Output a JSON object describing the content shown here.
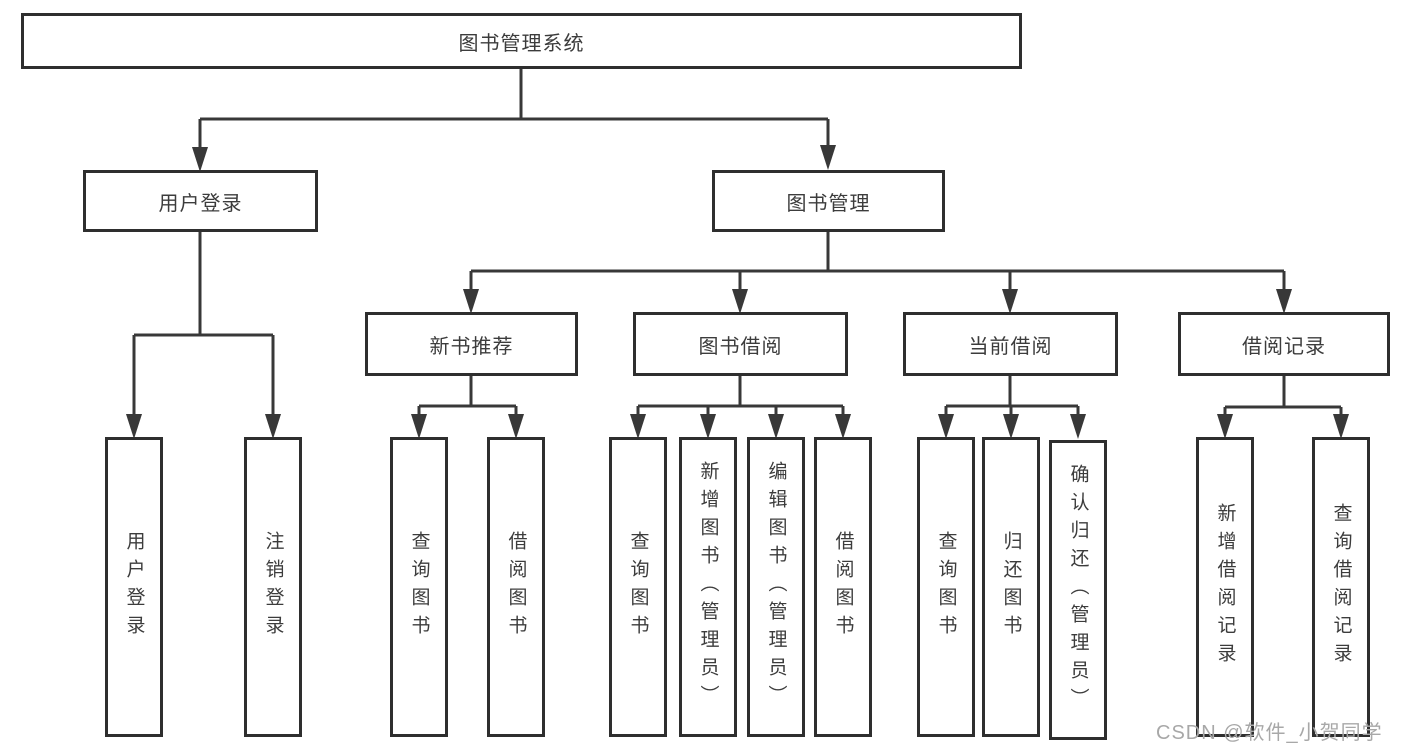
{
  "root": {
    "label": "图书管理系统"
  },
  "user_login": {
    "label": "用户登录",
    "children": [
      {
        "label": "用户登录"
      },
      {
        "label": "注销登录"
      }
    ]
  },
  "book_management": {
    "label": "图书管理",
    "sections": [
      {
        "label": "新书推荐",
        "children": [
          {
            "label": "查询图书"
          },
          {
            "label": "借阅图书"
          }
        ]
      },
      {
        "label": "图书借阅",
        "children": [
          {
            "label": "查询图书"
          },
          {
            "label": "新增图书（管理员）"
          },
          {
            "label": "编辑图书（管理员）"
          },
          {
            "label": "借阅图书"
          }
        ]
      },
      {
        "label": "当前借阅",
        "children": [
          {
            "label": "查询图书"
          },
          {
            "label": "归还图书"
          },
          {
            "label": "确认归还（管理员）"
          }
        ]
      },
      {
        "label": "借阅记录",
        "children": [
          {
            "label": "新增借阅记录"
          },
          {
            "label": "查询借阅记录"
          }
        ]
      }
    ]
  },
  "watermark": {
    "text": "CSDN @软件_小贺同学"
  },
  "colors": {
    "line": "#383838",
    "box_border": "#2e2e2e",
    "text": "#3c3c3c",
    "watermark": "#a8a8a8",
    "background": "#ffffff"
  }
}
